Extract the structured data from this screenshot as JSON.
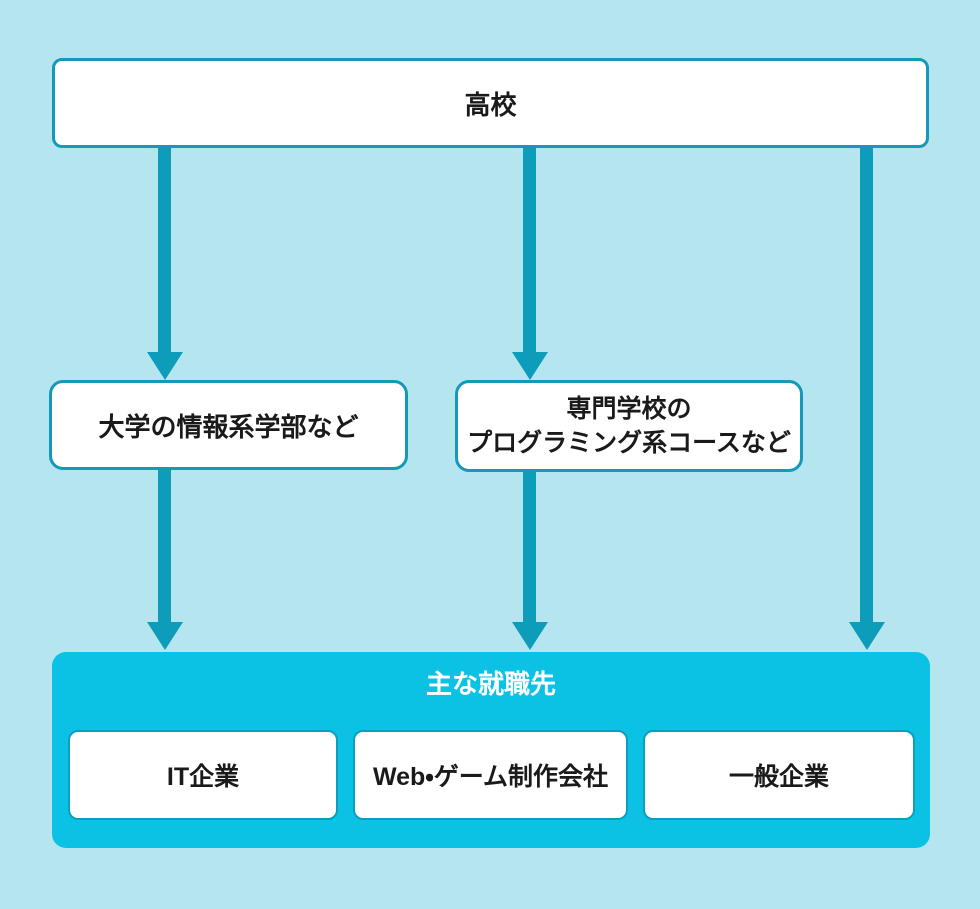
{
  "background": "#B5E6F0",
  "colors": {
    "arrow_teal": "#0D9CBA",
    "node_border": "#1699B8",
    "node_fill": "#FFFFFF",
    "panel_cyan": "#0BC2E4",
    "text": "#1A1A1A",
    "panel_title_text": "#FFFFFF"
  },
  "nodes": {
    "highschool": "高校",
    "university": "大学の情報系学部など",
    "vocational_line1": "専門学校の",
    "vocational_line2": "プログラミング系コースなど"
  },
  "employment": {
    "title": "主な就職先",
    "items": [
      "IT企業",
      "Web・ゲーム制作会社",
      "一般企業"
    ]
  }
}
